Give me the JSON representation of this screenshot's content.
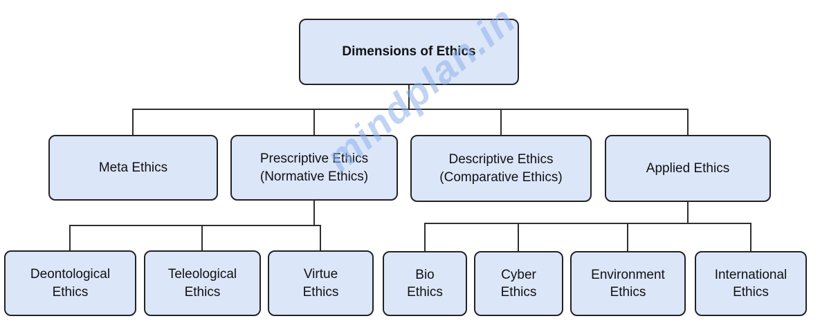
{
  "diagram_title": "Dimensions of Ethics",
  "watermark": {
    "text": "mindplan.in",
    "color": "#8fb0ea"
  },
  "colors": {
    "background": "#ffffff",
    "node_fill": "#dbe6f9",
    "node_border": "#222222",
    "connector": "#2e2e2e",
    "text": "#111111"
  },
  "nodes": {
    "root": {
      "label": "Dimensions of Ethics"
    },
    "level2": [
      {
        "id": "meta-ethics",
        "label": "Meta Ethics"
      },
      {
        "id": "prescriptive-ethics",
        "label": "Prescriptive Ethics\n(Normative Ethics)"
      },
      {
        "id": "descriptive-ethics",
        "label": "Descriptive Ethics\n(Comparative Ethics)"
      },
      {
        "id": "applied-ethics",
        "label": "Applied Ethics"
      }
    ],
    "prescriptive_children": [
      {
        "id": "deontological-ethics",
        "label": "Deontological\nEthics"
      },
      {
        "id": "teleological-ethics",
        "label": "Teleological\nEthics"
      },
      {
        "id": "virtue-ethics",
        "label": "Virtue\nEthics"
      }
    ],
    "applied_children": [
      {
        "id": "bio-ethics",
        "label": "Bio\nEthics"
      },
      {
        "id": "cyber-ethics",
        "label": "Cyber\nEthics"
      },
      {
        "id": "environment-ethics",
        "label": "Environment\nEthics"
      },
      {
        "id": "international-ethics",
        "label": "International\nEthics"
      }
    ]
  }
}
